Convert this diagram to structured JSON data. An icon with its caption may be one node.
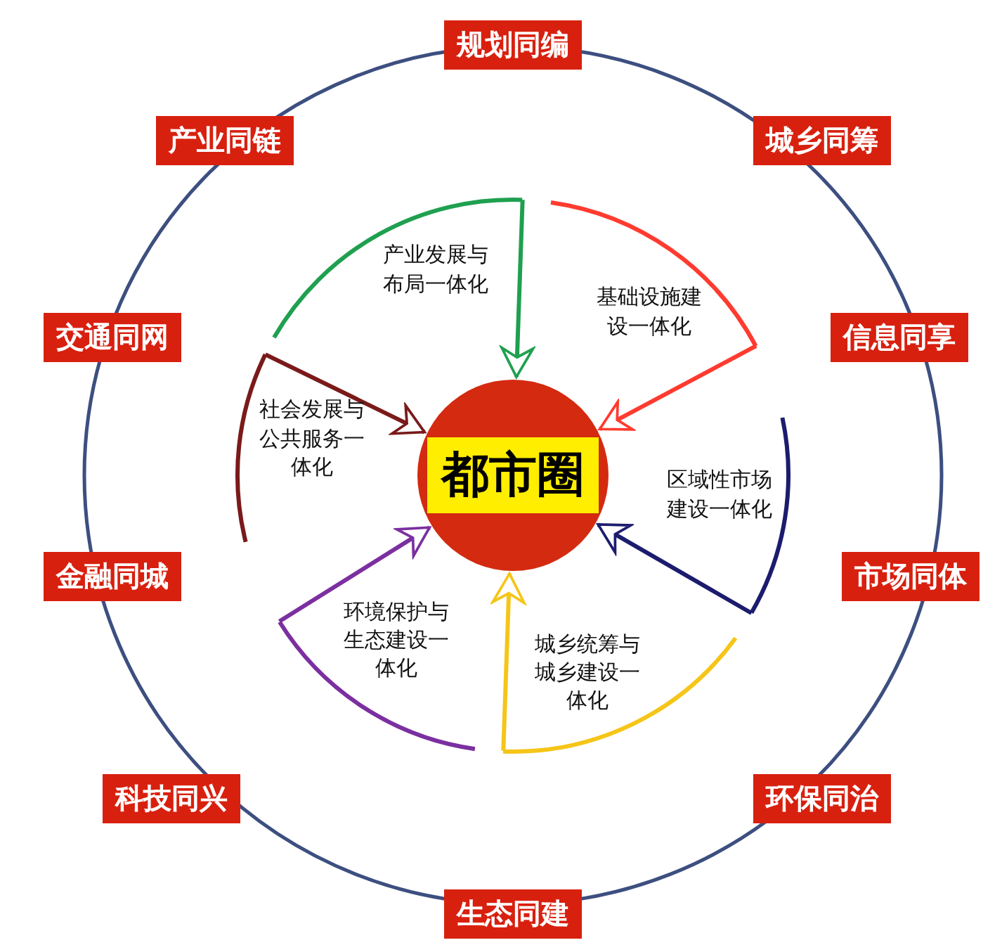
{
  "diagram": {
    "nodes": [
      {
        "text": [
          "规划同编"
        ]
      },
      {
        "text": [
          "城乡同筹"
        ]
      },
      {
        "text": [
          "信息同享"
        ]
      },
      {
        "text": [
          "市场同体"
        ]
      },
      {
        "text": [
          "环保同治"
        ]
      },
      {
        "text": [
          "生态同建"
        ]
      },
      {
        "text": [
          "科技同兴"
        ]
      },
      {
        "text": [
          "金融同城"
        ]
      },
      {
        "text": [
          "交通同网"
        ]
      },
      {
        "text": [
          "产业同链"
        ]
      },
      {
        "text": [
          "都市圈"
        ]
      },
      {
        "text": [
          "产业发展与布局一体化"
        ]
      },
      {
        "text": [
          "基础设施建设一体化"
        ]
      },
      {
        "text": [
          "区域性市场建设一体化"
        ]
      },
      {
        "text": [
          "城乡统筹与城乡建设一体化"
        ]
      },
      {
        "text": [
          "环境保护与生态建设一体化"
        ]
      },
      {
        "text": [
          "社会发展与公共服务一体化"
        ]
      }
    ],
    "edges": [
      {
        "from": 11,
        "to": 10,
        "arrow": "to",
        "color": "#1fa050"
      },
      {
        "from": 12,
        "to": 10,
        "arrow": "to",
        "color": "#ff3b2f"
      },
      {
        "from": 13,
        "to": 10,
        "arrow": "to",
        "color": "#1c1c6e"
      },
      {
        "from": 14,
        "to": 10,
        "arrow": "to",
        "color": "#f5c518"
      },
      {
        "from": 15,
        "to": 10,
        "arrow": "to",
        "color": "#7b2fa0"
      },
      {
        "from": 16,
        "to": 10,
        "arrow": "to",
        "color": "#7a1a1a"
      }
    ]
  }
}
